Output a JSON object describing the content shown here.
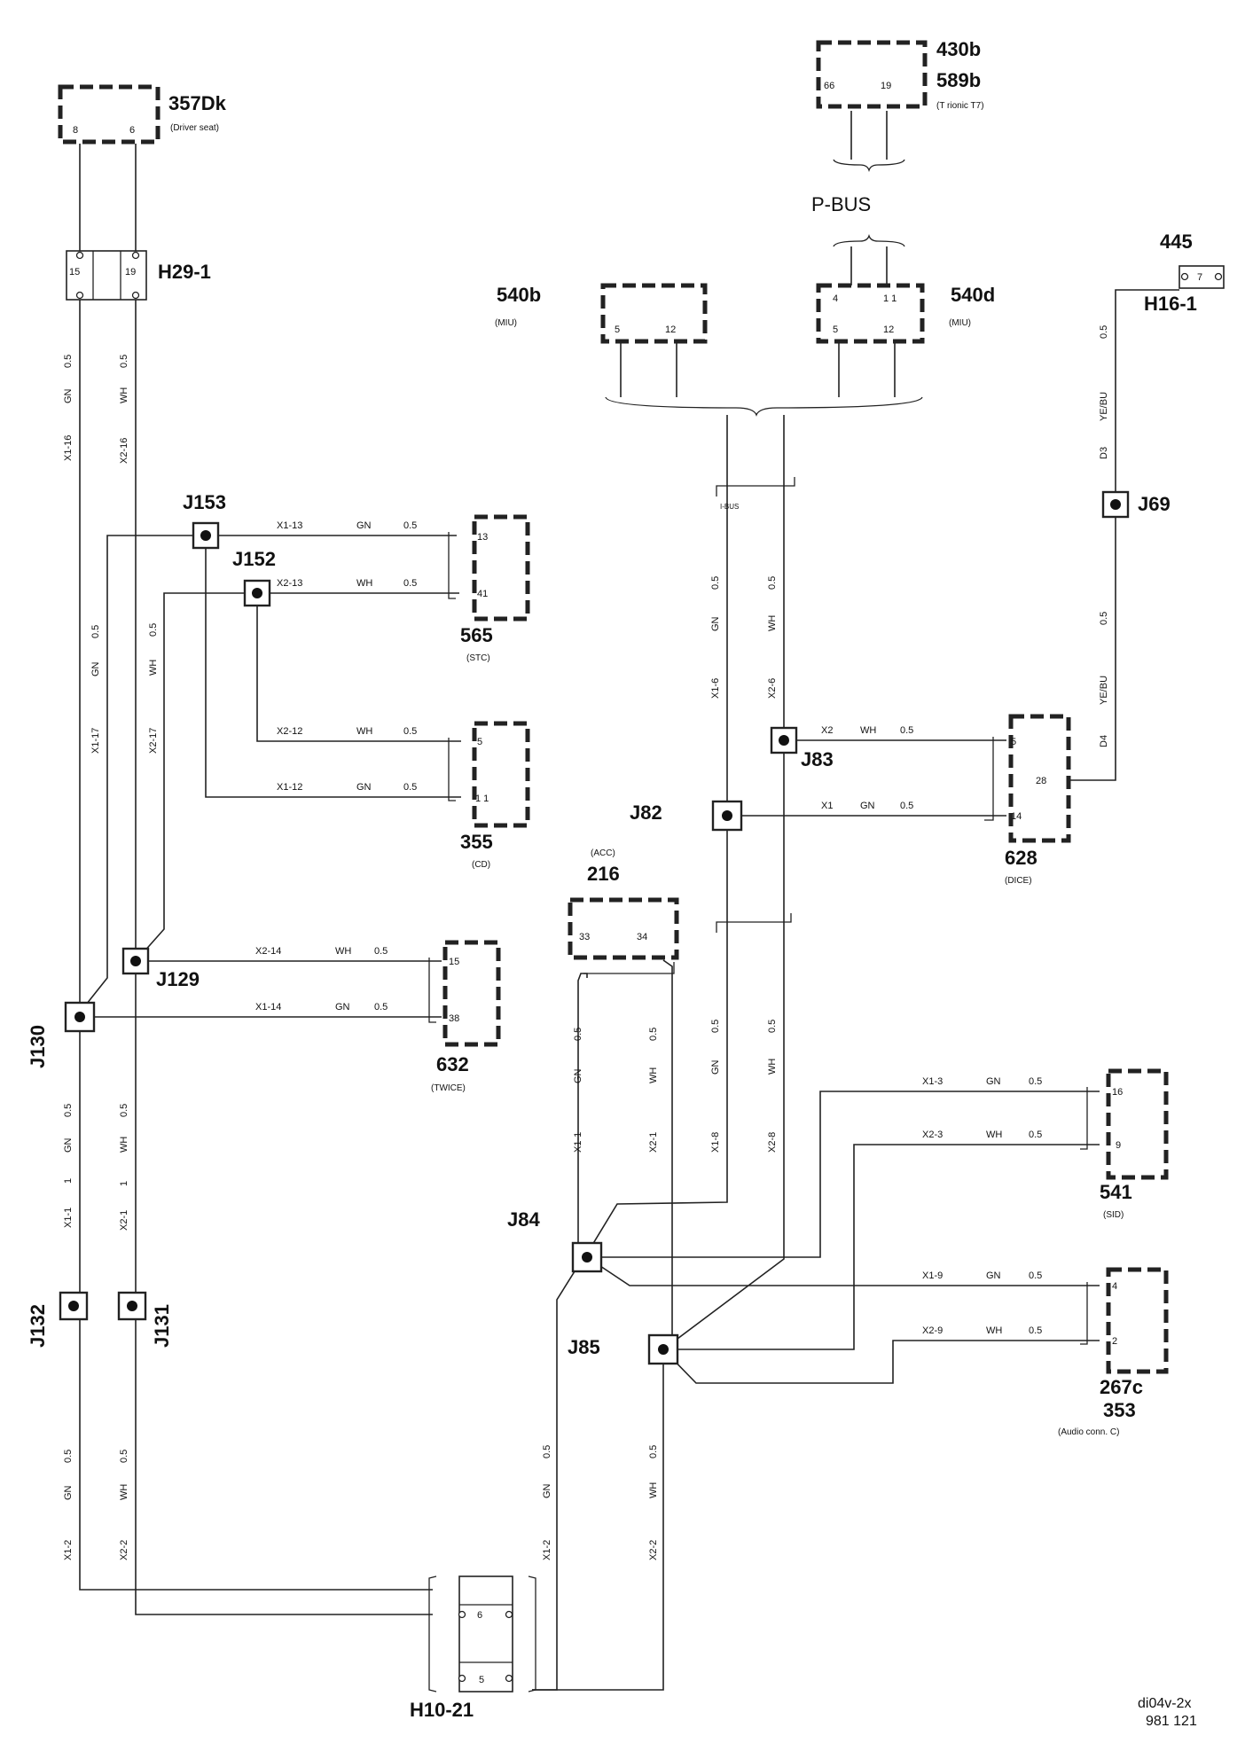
{
  "components": {
    "c357dk": {
      "id": "357Dk",
      "desc": "(Driver seat)",
      "pins": [
        "8",
        "6"
      ]
    },
    "c430b": {
      "id": "430b",
      "pins": [
        "66",
        "19"
      ]
    },
    "c589b": {
      "id": "589b",
      "desc": "(T  rionic        T7)"
    },
    "pbus": "P-BUS",
    "ibus": "I-BUS",
    "c445": {
      "id": "445",
      "pin": "7"
    },
    "h16": "H16-1",
    "h29": {
      "id": "H29-1",
      "pins": [
        "15",
        "19"
      ]
    },
    "c540b": {
      "id": "540b",
      "desc": "(MIU)",
      "pins": [
        "5",
        "12"
      ]
    },
    "c540d": {
      "id": "540d",
      "desc": "(MIU)",
      "pins": [
        "4",
        "1 1",
        "5",
        "12"
      ]
    },
    "c565": {
      "id": "565",
      "desc": "(STC)",
      "pins": [
        "13",
        "41"
      ]
    },
    "c355": {
      "id": "355",
      "desc": "(CD)",
      "pins": [
        "5",
        "1 1"
      ]
    },
    "c216": {
      "id": "216",
      "desc": "(ACC)",
      "pins": [
        "33",
        "34"
      ]
    },
    "c628": {
      "id": "628",
      "desc": "(DICE)",
      "pins": [
        "5",
        "28",
        "14"
      ]
    },
    "c632": {
      "id": "632",
      "desc": "(TWICE)",
      "pins": [
        "15",
        "38"
      ]
    },
    "c541": {
      "id": "541",
      "desc": "(SID)",
      "pins": [
        "16",
        "9"
      ]
    },
    "c267": {
      "id": "267c",
      "id2": "353",
      "desc": "(Audio conn. C)",
      "pins": [
        "4",
        "2"
      ]
    },
    "h10": {
      "id": "H10-21",
      "pins": [
        "6",
        "5"
      ]
    }
  },
  "junctions": [
    "J153",
    "J152",
    "J129",
    "J130",
    "J132",
    "J131",
    "J69",
    "J83",
    "J82",
    "J84",
    "J85"
  ],
  "wire_labels": {
    "l_x116": "X1-16",
    "l_gn05a": "GN",
    "l_05a": "0.5",
    "l_x216": "X2-16",
    "l_wh05a": "WH",
    "l_05b": "0.5",
    "l_x113": "X1-13",
    "l_gn1": "GN",
    "l_05c": "0.5",
    "l_x213": "X2-13",
    "l_wh1": "WH",
    "l_05d": "0.5",
    "l_x212": "X2-12",
    "l_wh2": "WH",
    "l_05e": "0.5",
    "l_x112": "X1-12",
    "l_gn2": "GN",
    "l_05f": "0.5",
    "l_x117": "X1-17",
    "l_gn3": "GN",
    "l_05g": "0.5",
    "l_x217": "X2-17",
    "l_wh3": "WH",
    "l_05h": "0.5",
    "l_x214": "X2-14",
    "l_wh4": "WH",
    "l_05i": "0.5",
    "l_x114": "X1-14",
    "l_gn4": "GN",
    "l_05j": "0.5",
    "l_x11": "X1-1",
    "l_1a": "1",
    "l_gn5": "GN",
    "l_05k": "0.5",
    "l_x21": "X2-1",
    "l_1b": "1",
    "l_wh5": "WH",
    "l_05l": "0.5",
    "l_x12": "X1-2",
    "l_gn6": "GN",
    "l_05m": "0.5",
    "l_x22": "X2-2",
    "l_wh6": "WH",
    "l_05n": "0.5",
    "l_x16": "X1-6",
    "l_gn7": "GN",
    "l_05o": "0.5",
    "l_x26": "X2-6",
    "l_wh7": "WH",
    "l_05p": "0.5",
    "l_x2": "X2",
    "l_wh8": "WH",
    "l_05q": "0.5",
    "l_x1": "X1",
    "l_gn8": "GN",
    "l_05r": "0.5",
    "l_d3": "D3",
    "l_yebu1": "YE/BU",
    "l_05s": "0.5",
    "l_d4": "D4",
    "l_yebu2": "YE/BU",
    "l_05t": "0.5",
    "l_x18": "X1-8",
    "l_gn9": "GN",
    "l_05u": "0.5",
    "l_x28": "X2-8",
    "l_wh9": "WH",
    "l_05v": "0.5",
    "l_x11b": "X1-1",
    "l_gn10": "GN",
    "l_05w": "0.5",
    "l_x21b": "X2-1",
    "l_wh10": "WH",
    "l_05x": "0.5",
    "l_x12b": "X1-2",
    "l_gn11": "GN",
    "l_05y": "0.5",
    "l_x22b": "X2-2",
    "l_wh11": "WH",
    "l_05z": "0.5",
    "l_x13": "X1-3",
    "l_gn12": "GN",
    "l_05aa": "0.5",
    "l_x23": "X2-3",
    "l_wh12": "WH",
    "l_05ab": "0.5",
    "l_x19": "X1-9",
    "l_gn13": "GN",
    "l_05ac": "0.5",
    "l_x29": "X2-9",
    "l_wh13": "WH",
    "l_05ad": "0.5"
  },
  "footer": {
    "line1": "di04v-2x",
    "line2": "981   121"
  }
}
